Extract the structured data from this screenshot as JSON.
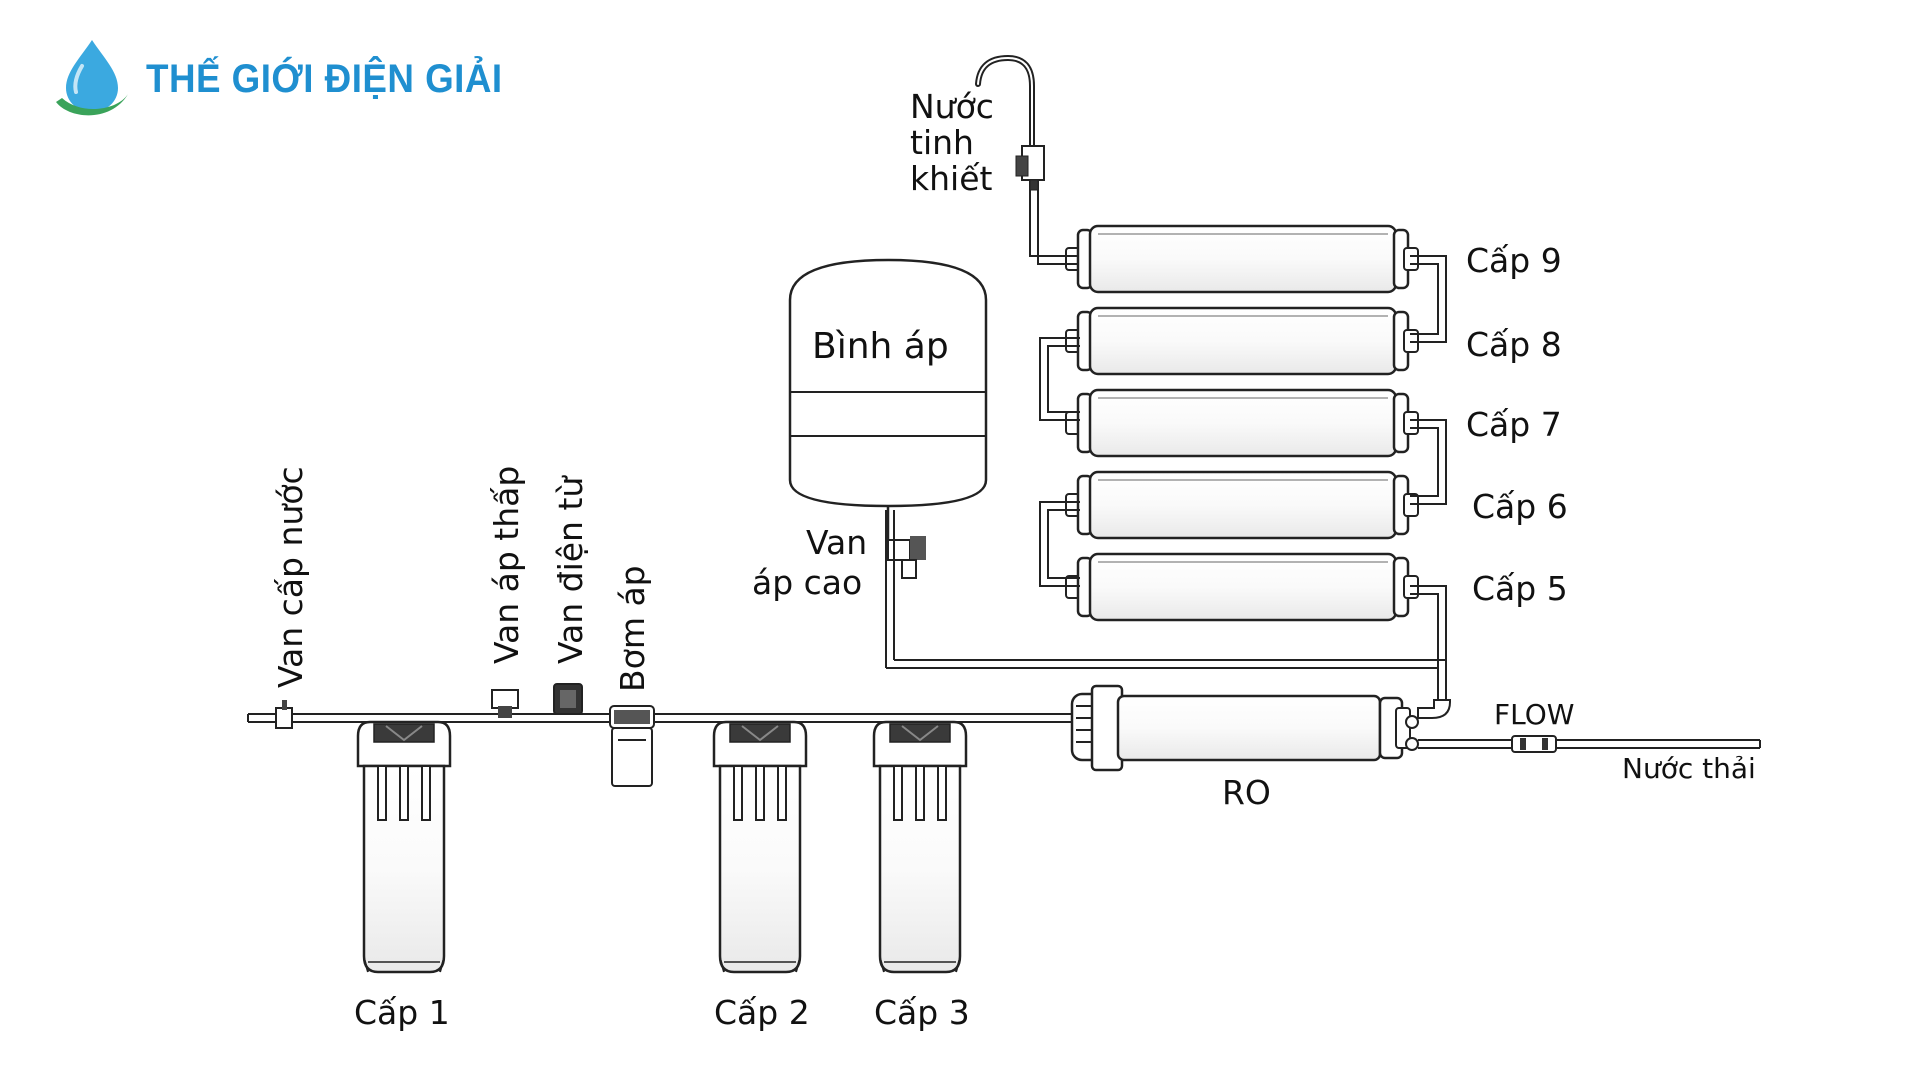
{
  "brand": {
    "name": "THẾ GIỚI ĐIỆN GIẢI",
    "colors": {
      "text": "#1f8fd0",
      "drop": "#3ba9e0",
      "swoosh": "#3aa35a"
    }
  },
  "diagram": {
    "stages": {
      "cap1": "Cấp 1",
      "cap2": "Cấp 2",
      "cap3": "Cấp 3",
      "cap5": "Cấp 5",
      "cap6": "Cấp 6",
      "cap7": "Cấp 7",
      "cap8": "Cấp 8",
      "cap9": "Cấp 9",
      "ro": "RO"
    },
    "components": {
      "van_cap_nuoc": "Van cấp nước",
      "van_ap_thap": "Van áp thấp",
      "van_dien_tu": "Van điện từ",
      "bom_ap": "Bơm áp",
      "binh_ap": "Bình áp",
      "van_ap_cao_line1": "Van",
      "van_ap_cao_line2": "áp cao",
      "flow": "FLOW",
      "nuoc_thai": "Nước thải",
      "nuoc_tinh_khiet_line1": "Nước",
      "nuoc_tinh_khiet_line2": "tinh",
      "nuoc_tinh_khiet_line3": "khiết"
    }
  }
}
